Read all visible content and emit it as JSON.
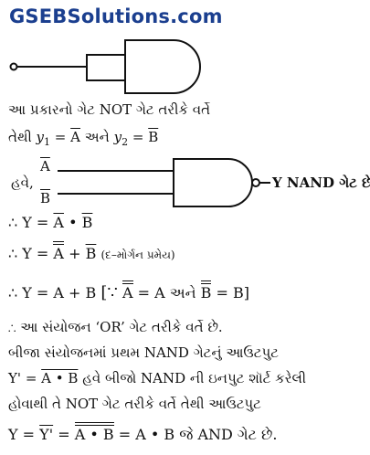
{
  "header": {
    "site": "GSEBSolutions.com",
    "brand_color": "#1b3f8f"
  },
  "content": {
    "line1": "આ પ્રકારનો ગેટ NOT ગેટ તરીકે વર્તે",
    "line2_prefix": "તેથી",
    "line2_y1": "y",
    "line2_sub1": "1",
    "line2_eq1": "=",
    "line2_a": "A",
    "line2_and": "અને",
    "line2_y2": "y",
    "line2_sub2": "2",
    "line2_eq2": "=",
    "line2_b": "B",
    "line3_prefix": "હવે,",
    "gate_in_a": "A",
    "gate_in_b": "B",
    "gate_out": "Y NAND ગેટ છે.",
    "eq1_lhs": "∴ Y =",
    "eq1_a": "A",
    "eq1_dot": "•",
    "eq1_b": "B",
    "eq2_lhs": "∴ Y =",
    "eq2_a": "A",
    "eq2_plus": "+",
    "eq2_b": "B",
    "eq2_note": "(દ–મોર્ગન પ્રમેય)",
    "eq3_lhs": "∴ Y = A + B",
    "eq3_bracket": "[∵",
    "eq3_a": "A",
    "eq3_mid": "= A અને",
    "eq3_b": "B",
    "eq3_end": "= B]",
    "line_or": "∴ આ સંયોજન ‘OR’ ગેટ તરીકે વર્તે છે.",
    "para1": "બીજા સંયોજનમાં પ્રથમ NAND ગેટનું આઉટપુટ",
    "para2_y": "Y'",
    "para2_eq": "=",
    "para2_ab": "A • B",
    "para2_rest": "હવે બીજો NAND ની ઇનપુટ શૉર્ટ કરેલી",
    "para3": "હોવાથી તે NOT ગેટ તરીકે વર્તે તેથી આઉટપુટ",
    "final_y": "Y =",
    "final_yp": "Y'",
    "final_eq": "=",
    "final_ab": "A • B",
    "final_rest": "= A • B જે AND ગેટ છે."
  }
}
